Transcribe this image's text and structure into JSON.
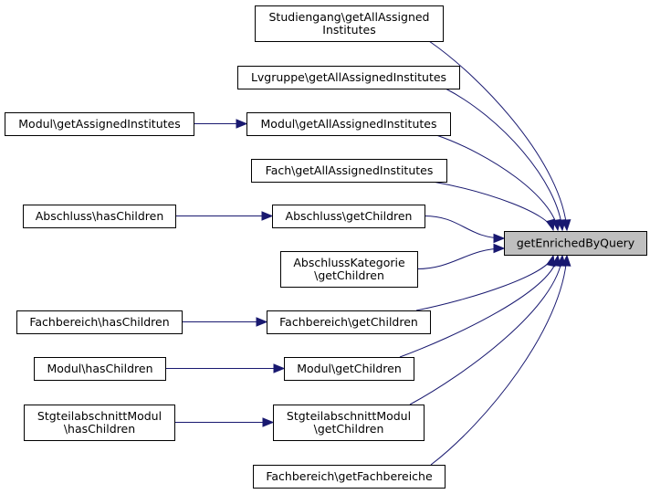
{
  "diagram": {
    "type": "call-graph",
    "direction": "left-to-right",
    "colors": {
      "edge": "#191970",
      "node_border": "#000000",
      "node_fill": "#ffffff",
      "focus_fill": "#bfbfbf"
    },
    "target": {
      "id": "getEnrichedByQuery",
      "lines": [
        "getEnrichedByQuery"
      ]
    },
    "nodes": [
      {
        "id": "studiengang_getAllAssignedInstitutes",
        "lines": [
          "Studiengang\\getAllAssigned",
          "Institutes"
        ]
      },
      {
        "id": "lvgruppe_getAllAssignedInstitutes",
        "lines": [
          "Lvgruppe\\getAllAssignedInstitutes"
        ]
      },
      {
        "id": "modul_getAllAssignedInstitutes",
        "lines": [
          "Modul\\getAllAssignedInstitutes"
        ]
      },
      {
        "id": "modul_getAssignedInstitutes",
        "lines": [
          "Modul\\getAssignedInstitutes"
        ]
      },
      {
        "id": "fach_getAllAssignedInstitutes",
        "lines": [
          "Fach\\getAllAssignedInstitutes"
        ]
      },
      {
        "id": "abschluss_getChildren",
        "lines": [
          "Abschluss\\getChildren"
        ]
      },
      {
        "id": "abschluss_hasChildren",
        "lines": [
          "Abschluss\\hasChildren"
        ]
      },
      {
        "id": "abschlusskategorie_getChildren",
        "lines": [
          "AbschlussKategorie",
          "\\getChildren"
        ]
      },
      {
        "id": "fachbereich_getChildren",
        "lines": [
          "Fachbereich\\getChildren"
        ]
      },
      {
        "id": "fachbereich_hasChildren",
        "lines": [
          "Fachbereich\\hasChildren"
        ]
      },
      {
        "id": "modul_getChildren",
        "lines": [
          "Modul\\getChildren"
        ]
      },
      {
        "id": "modul_hasChildren",
        "lines": [
          "Modul\\hasChildren"
        ]
      },
      {
        "id": "stgteilabschnittmodul_getChildren",
        "lines": [
          "StgteilabschnittModul",
          "\\getChildren"
        ]
      },
      {
        "id": "stgteilabschnittmodul_hasChildren",
        "lines": [
          "StgteilabschnittModul",
          "\\hasChildren"
        ]
      },
      {
        "id": "fachbereich_getFachbereiche",
        "lines": [
          "Fachbereich\\getFachbereiche"
        ]
      }
    ],
    "edges": [
      {
        "from": "studiengang_getAllAssignedInstitutes",
        "to": "getEnrichedByQuery"
      },
      {
        "from": "lvgruppe_getAllAssignedInstitutes",
        "to": "getEnrichedByQuery"
      },
      {
        "from": "modul_getAllAssignedInstitutes",
        "to": "getEnrichedByQuery"
      },
      {
        "from": "fach_getAllAssignedInstitutes",
        "to": "getEnrichedByQuery"
      },
      {
        "from": "abschluss_getChildren",
        "to": "getEnrichedByQuery"
      },
      {
        "from": "abschlusskategorie_getChildren",
        "to": "getEnrichedByQuery"
      },
      {
        "from": "fachbereich_getChildren",
        "to": "getEnrichedByQuery"
      },
      {
        "from": "modul_getChildren",
        "to": "getEnrichedByQuery"
      },
      {
        "from": "stgteilabschnittmodul_getChildren",
        "to": "getEnrichedByQuery"
      },
      {
        "from": "fachbereich_getFachbereiche",
        "to": "getEnrichedByQuery"
      },
      {
        "from": "modul_getAssignedInstitutes",
        "to": "modul_getAllAssignedInstitutes"
      },
      {
        "from": "abschluss_hasChildren",
        "to": "abschluss_getChildren"
      },
      {
        "from": "fachbereich_hasChildren",
        "to": "fachbereich_getChildren"
      },
      {
        "from": "modul_hasChildren",
        "to": "modul_getChildren"
      },
      {
        "from": "stgteilabschnittmodul_hasChildren",
        "to": "stgteilabschnittmodul_getChildren"
      }
    ]
  }
}
